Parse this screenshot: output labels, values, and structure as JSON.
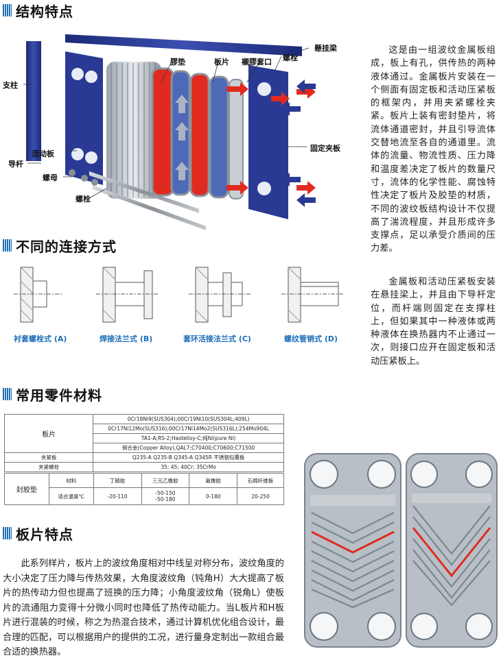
{
  "sections": {
    "structure": "结构特点",
    "connection": "不同的连接方式",
    "materials": "常用零件材料",
    "plate": "板片特点"
  },
  "diagram_labels": {
    "pillar": "支柱",
    "guide_rod": "导杆",
    "movable_plate": "活动板",
    "nut": "螺母",
    "bolt_bottom": "螺栓",
    "gasket": "膠垫",
    "plate": "板片",
    "lining": "襯膠套口",
    "bolt_top": "螺栓",
    "hanging_beam": "懸挂梁",
    "fixed_plate": "固定夹板"
  },
  "right_text": [
    "这是由一组波纹金属板组成，板上有孔，供传热的两种液体通过。金属板片安装在一个侧面有固定板和活动压紧板的框架内，并用夹紧螺栓夹紧。板片上装有密封垫片，将流体通道密封，并且引导流体交替地流至各自的通道里。流体的流量、物流性质、压力降和温度差决定了板片的数量尺寸，流体的化学性能、腐蚀特性决定了板片及胶垫的材质，不同的波纹板结构设计不仅提高了湍流程度，并且形成许多支撑点，足以承受介质间的压力差。",
    "金属板和活动压紧板安装在悬挂梁上，并且由下导杆定位，而杆端则固定在支撑柱上，但如果其中一种液体或两种液体在换热器内不止通过一次，则接口应开在固定板和活动压紧板上。"
  ],
  "connections": [
    "衬套螺栓式 (A)",
    "焊接法兰式 (B)",
    "套环活接法兰式 (C)",
    "螺纹管销式 (D)"
  ],
  "materials_table": {
    "plate_label": "板片",
    "plate_rows": [
      "0Cr18Ni9(SUS304);00Cr19Ni10(SUS304L;409L)",
      "0Cr17Ni12Mo(SUS316);00Cr17Ni14Mo2(SUS316L);254Mo904L",
      "TA1-A;RS-2;Hastelloy-C;纯Ni(pure Ni)",
      "铜合金(Copper Alloy),QAL7;C70400;C70600;C71500"
    ],
    "clamp_label": "夹紧板",
    "clamp_value": "Q235-A Q235-B Q345-A Q345R 不锈钢包覆板",
    "bolt_label": "夹紧螺栓",
    "bolt_value": "35; 45; 40Cr; 35CrMo",
    "gasket_label": "封胶垫",
    "material_label": "材料",
    "temp_label": "适合温度℃",
    "gaskets": [
      {
        "name": "丁腈胶",
        "temp": "-20-110"
      },
      {
        "name": "三元乙橡胶",
        "temp": "-50-150\n-50-180"
      },
      {
        "name": "氟橡胶",
        "temp": "0-180"
      },
      {
        "name": "石棉纤维板",
        "temp": "20-250"
      }
    ]
  },
  "plate_text": "此系列样片，板片上的波纹角度相对中线呈对称分布，波纹角度的大小决定了压力降与传热效果，大角度波纹角（钝角H）大大提高了板片的热传动力但也提高了班换的压力降；小角度波纹角（锐角L）使板片的流通阻力变得十分微小同时也降低了热传动能力。当L板片和H板片进行混装的时候，称之为热混合技术，通过计算机优化组合设计，最合理的匹配，可以根据用户的提供的工况，进行量身定制出一款组合最合适的换热器。",
  "colors": {
    "accent": "#1c6db8",
    "frame": "#27368c",
    "red": "#e02a20"
  }
}
